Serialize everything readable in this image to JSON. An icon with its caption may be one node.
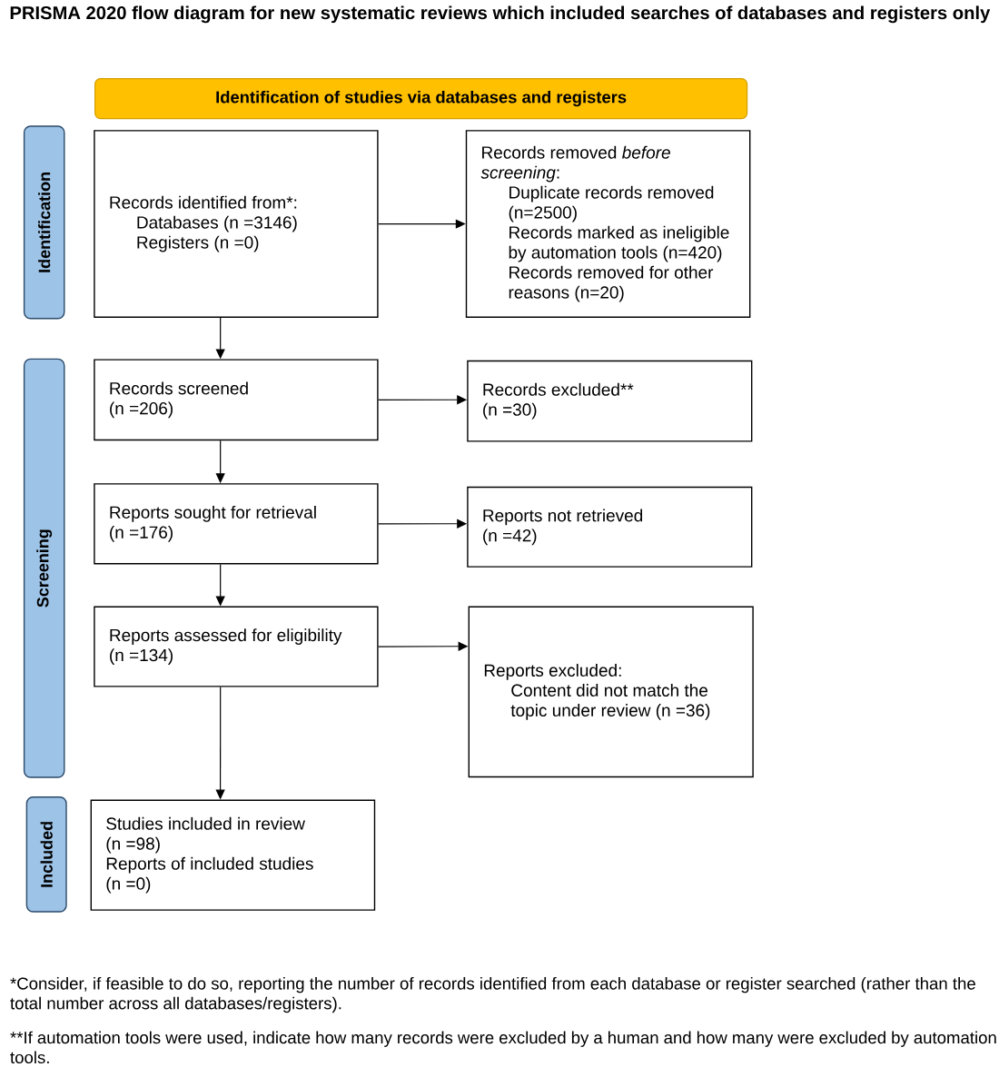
{
  "diagram": {
    "title": "PRISMA 2020 flow diagram for new systematic reviews which included searches of databases and registers only",
    "nodes": [
      {
        "text": [
          "Identification of studies via databases and registers"
        ]
      },
      {
        "text": [
          "Identification"
        ]
      },
      {
        "text": [
          "Records identified from*:",
          "Databases (n =3146)",
          "Registers (n =0)"
        ]
      },
      {
        "text": [
          "Records removed *before screening*:",
          "Duplicate records removed (n=2500)",
          "Records marked as ineligible by automation tools (n=420)",
          "Records removed for other reasons (n=20)"
        ]
      },
      {
        "text": [
          "Screening"
        ]
      },
      {
        "text": [
          "Records screened",
          "(n =206)"
        ]
      },
      {
        "text": [
          "Records excluded**",
          "(n =30)"
        ]
      },
      {
        "text": [
          "Reports sought for retrieval",
          "(n =176)"
        ]
      },
      {
        "text": [
          "Reports not retrieved",
          "(n =42)"
        ]
      },
      {
        "text": [
          "Reports assessed for eligibility",
          "(n =134)"
        ]
      },
      {
        "text": [
          "Reports excluded:",
          "Content did not match the topic under review (n =36)"
        ]
      },
      {
        "text": [
          "Included"
        ]
      },
      {
        "text": [
          "Studies included in review",
          "(n =98)",
          "Reports of included studies",
          "(n =0)"
        ]
      }
    ],
    "edges": [
      {
        "from": 2,
        "to": 3,
        "arrow": "to"
      },
      {
        "from": 2,
        "to": 5,
        "arrow": "to"
      },
      {
        "from": 5,
        "to": 6,
        "arrow": "to"
      },
      {
        "from": 5,
        "to": 7,
        "arrow": "to"
      },
      {
        "from": 7,
        "to": 8,
        "arrow": "to"
      },
      {
        "from": 7,
        "to": 9,
        "arrow": "to"
      },
      {
        "from": 9,
        "to": 10,
        "arrow": "to"
      },
      {
        "from": 9,
        "to": 12,
        "arrow": "to"
      }
    ],
    "labels": [
      "*Consider, if feasible to do so, reporting the number of records identified from each database or register searched (rather than the total number across all databases/registers).",
      "**If automation tools were used, indicate how many records were excluded by a human and how many were excluded by automation tools."
    ]
  }
}
